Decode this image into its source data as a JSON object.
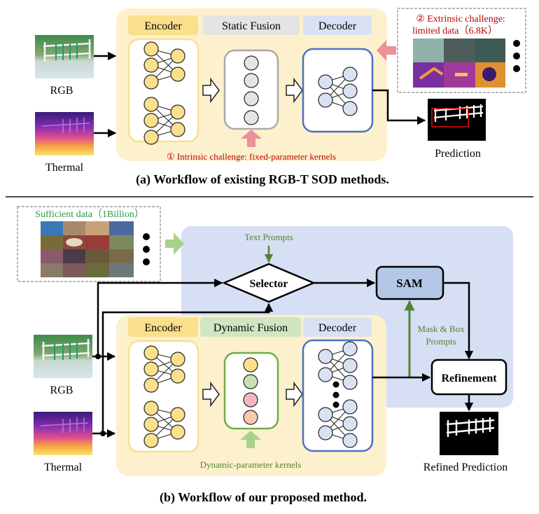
{
  "panel_a": {
    "inputs": {
      "rgb_label": "RGB",
      "thermal_label": "Thermal"
    },
    "stages": {
      "encoder": "Encoder",
      "fusion": "Static Fusion",
      "decoder": "Decoder"
    },
    "intrinsic_challenge": "① Intrinsic challenge: fixed-parameter kernels",
    "extrinsic_challenge_line1": "② Extrinsic challenge:",
    "extrinsic_challenge_line2": "limited data（6.8K）",
    "output_label": "Prediction",
    "caption": "(a)  Workflow of existing RGB-T SOD methods."
  },
  "panel_b": {
    "data_label": "Sufficient data（1Billion）",
    "text_prompts": "Text Prompts",
    "selector": "Selector",
    "sam": "SAM",
    "mask_box_line1": "Mask & Box",
    "mask_box_line2": "Prompts",
    "refinement": "Refinement",
    "inputs": {
      "rgb_label": "RGB",
      "thermal_label": "Thermal"
    },
    "stages": {
      "encoder": "Encoder",
      "fusion": "Dynamic Fusion",
      "decoder": "Decoder"
    },
    "kernels_label": "Dynamic-parameter kernels",
    "output_label": "Refined Prediction",
    "caption": "(b)  Workflow of our proposed method."
  },
  "colors": {
    "panel_bg": "#fdf0cc",
    "encoder": "#fadf8c",
    "static_fusion": "#e4e4e4",
    "dynamic_fusion": "#cfe6c0",
    "decoder": "#d9e2f4",
    "sam_region": "#d6dff3",
    "sam_box": "#b4c7e7",
    "challenge_red": "#c00000",
    "prompt_green": "#548235",
    "pink_arrow": "#ee8f9a"
  }
}
